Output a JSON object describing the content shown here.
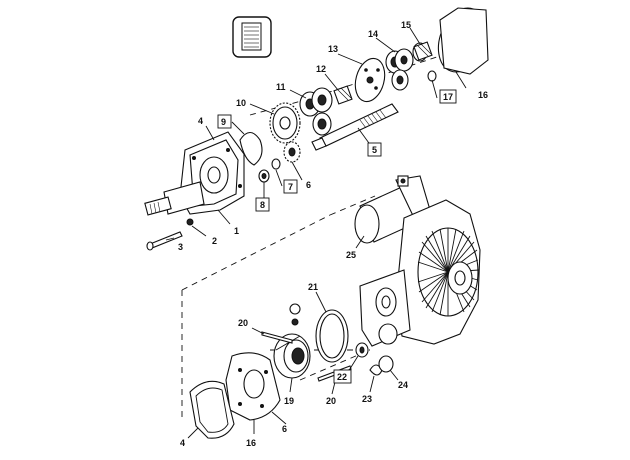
{
  "diagram": {
    "callouts": [
      {
        "id": "c1",
        "text": "1"
      },
      {
        "id": "c2",
        "text": "2"
      },
      {
        "id": "c3",
        "text": "3"
      },
      {
        "id": "c4a",
        "text": "4"
      },
      {
        "id": "c4b",
        "text": "4"
      },
      {
        "id": "c5",
        "text": "5"
      },
      {
        "id": "c6a",
        "text": "6"
      },
      {
        "id": "c6b",
        "text": "6"
      },
      {
        "id": "c7",
        "text": "7"
      },
      {
        "id": "c8",
        "text": "8"
      },
      {
        "id": "c9",
        "text": "9"
      },
      {
        "id": "c10",
        "text": "10"
      },
      {
        "id": "c11",
        "text": "11"
      },
      {
        "id": "c12",
        "text": "12"
      },
      {
        "id": "c13",
        "text": "13"
      },
      {
        "id": "c14",
        "text": "14"
      },
      {
        "id": "c15",
        "text": "15"
      },
      {
        "id": "c16a",
        "text": "16"
      },
      {
        "id": "c16b",
        "text": "16"
      },
      {
        "id": "c17",
        "text": "17"
      },
      {
        "id": "c19",
        "text": "19"
      },
      {
        "id": "c20a",
        "text": "20"
      },
      {
        "id": "c20b",
        "text": "20"
      },
      {
        "id": "c21",
        "text": "21"
      },
      {
        "id": "c22",
        "text": "22"
      },
      {
        "id": "c23",
        "text": "23"
      },
      {
        "id": "c24",
        "text": "24"
      },
      {
        "id": "c25",
        "text": "25"
      }
    ]
  }
}
